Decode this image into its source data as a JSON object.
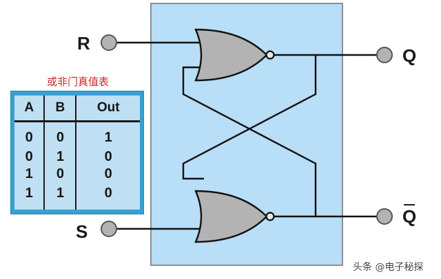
{
  "inputs": {
    "r_label": "R",
    "s_label": "S"
  },
  "outputs": {
    "q_label": "Q",
    "qbar_label": "Q"
  },
  "truth_table": {
    "title": "或非门真值表",
    "headers": [
      "A",
      "B",
      "Out"
    ],
    "rows": [
      [
        "0",
        "0",
        "1"
      ],
      [
        "0",
        "1",
        "0"
      ],
      [
        "1",
        "0",
        "0"
      ],
      [
        "1",
        "1",
        "0"
      ]
    ]
  },
  "watermark": "头条 @电子秘探",
  "colors": {
    "panel_fill": "#b8def8",
    "gate_fill": "#b3b3b3",
    "table_border": "#3aa0d0",
    "title_red": "#c8282a"
  }
}
